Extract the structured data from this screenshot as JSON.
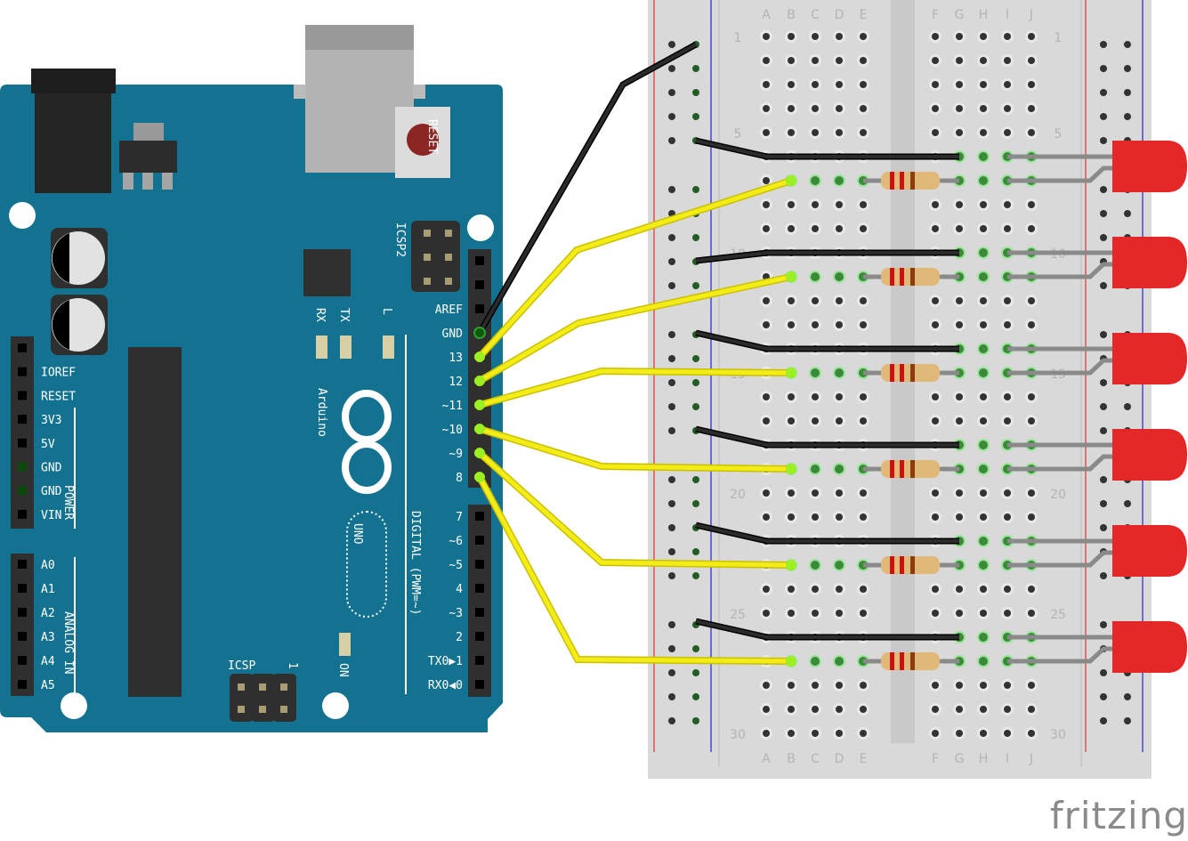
{
  "board": {
    "name": "Arduino",
    "model": "UNO",
    "reset_label": "RESET",
    "icsp2_label": "ICSP2",
    "icsp_label": "ICSP",
    "icsp_pin1": "1",
    "on_label": "ON",
    "led_labels": [
      "RX",
      "TX",
      "L"
    ],
    "digital_header_label": "DIGITAL (PWM=~)",
    "power_header_label": "POWER",
    "analog_header_label": "ANALOG IN",
    "left_pins": [
      "",
      "IOREF",
      "RESET",
      "3V3",
      "5V",
      "GND",
      "GND",
      "VIN"
    ],
    "analog_pins": [
      "A0",
      "A1",
      "A2",
      "A3",
      "A4",
      "A5"
    ],
    "right_top_pins": [
      "",
      "",
      "AREF",
      "GND",
      "13",
      "12",
      "~11",
      "~10",
      "~9",
      "8"
    ],
    "right_bottom_pins": [
      "7",
      "~6",
      "~5",
      "4",
      "~3",
      "2",
      "TX0▶1",
      "RX0◀0"
    ],
    "colors": {
      "pcb": "#13728f",
      "header": "#2f2f2f",
      "reset_button": "#8b2625"
    }
  },
  "breadboard": {
    "columns_left": [
      "A",
      "B",
      "C",
      "D",
      "E"
    ],
    "columns_right": [
      "F",
      "G",
      "H",
      "I",
      "J"
    ],
    "row_numbers": [
      "1",
      "5",
      "10",
      "15",
      "20",
      "25",
      "30"
    ],
    "rows": 30
  },
  "circuit": {
    "led_channels": [
      {
        "pin": "13",
        "row": 7
      },
      {
        "pin": "12",
        "row": 11
      },
      {
        "pin": "11",
        "row": 15
      },
      {
        "pin": "10",
        "row": 19
      },
      {
        "pin": "9",
        "row": 23
      },
      {
        "pin": "8",
        "row": 27
      }
    ],
    "gnd_pin": "GND",
    "wire_colors": {
      "signal": "#f4ec16",
      "ground": "#2b2b2b",
      "led": "#e42727",
      "lead": "#8a8a8a"
    }
  },
  "watermark": "fritzing"
}
